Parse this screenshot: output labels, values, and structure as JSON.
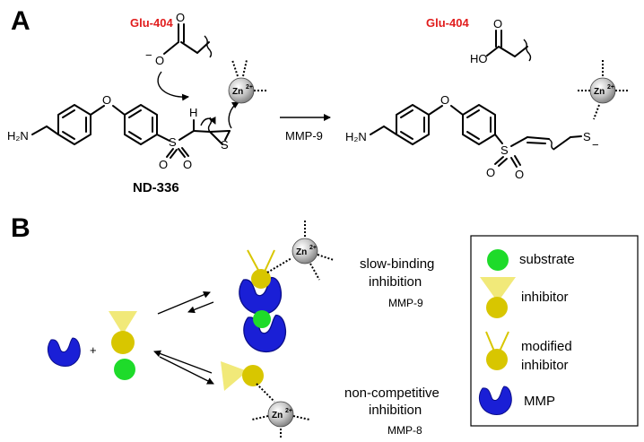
{
  "panel_a": {
    "label": "A",
    "glu_left": "Glu-404",
    "glu_right": "Glu-404",
    "compound_name": "ND-336",
    "enzyme_label": "MMP-9",
    "h2n_left": "H₂N",
    "h2n_right": "H₂N",
    "o_bridge": "O",
    "s_sulfone": "S",
    "o_sulfone_1": "O",
    "o_sulfone_2": "O",
    "h_atom": "H",
    "s_thiirane": "S",
    "carboxylate_o": "O",
    "carboxylate_o_double": "O",
    "ho_label": "HO",
    "minus": "−",
    "s_thiolate": "S",
    "zn": "Zn",
    "zn_charge": "2+"
  },
  "panel_b": {
    "label": "B",
    "plus": "+",
    "slow_line1": "slow-binding",
    "slow_line2": "inhibition",
    "slow_enzyme": "MMP-9",
    "nc_line1": "non-competitive",
    "nc_line2": "inhibition",
    "nc_enzyme": "MMP-8",
    "zn": "Zn",
    "zn_charge": "2+"
  },
  "legend": {
    "items": [
      {
        "label": "substrate"
      },
      {
        "label": "inhibitor"
      },
      {
        "label": "modified inhibitor"
      },
      {
        "label": "MMP"
      }
    ],
    "modified_line1": "modified",
    "modified_line2": "inhibitor"
  },
  "colors": {
    "glu": "#e11d1d",
    "mmp": "#1a1fd6",
    "inhibitor": "#d8c600",
    "inhibitor_cone": "#f1e979",
    "substrate": "#1edb2a",
    "zinc_sphere": "#b5b5b5"
  }
}
